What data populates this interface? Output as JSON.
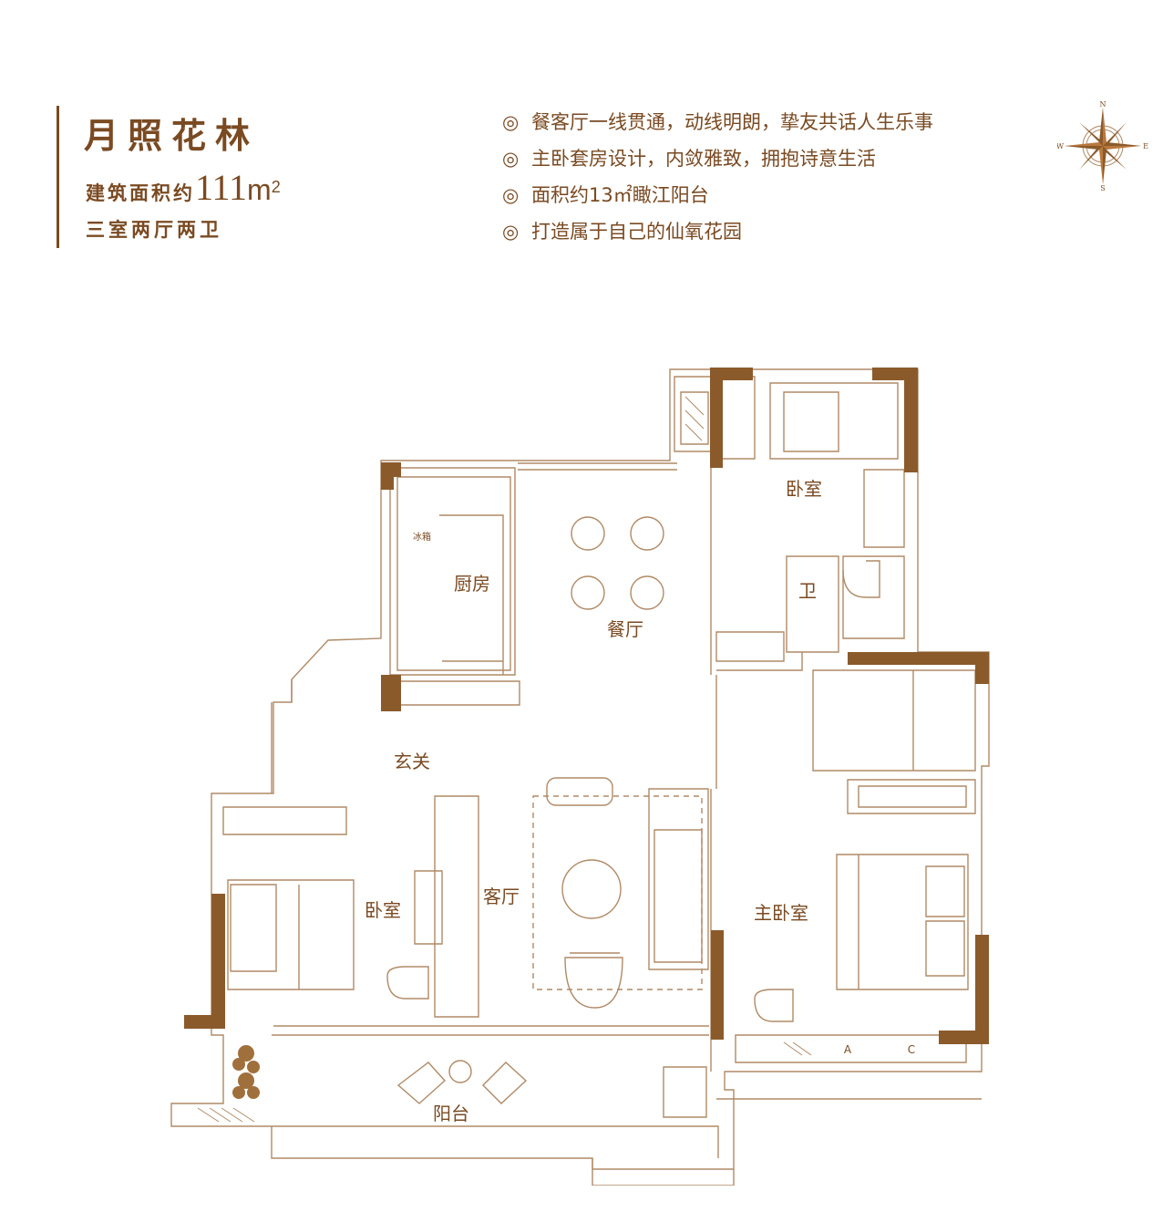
{
  "header": {
    "title": "月照花林",
    "area_prefix": "建筑面积约",
    "area_value": "111",
    "area_unit": "m",
    "area_sup": "2",
    "layout": "三室两厅两卫"
  },
  "features": [
    {
      "bullet": "◎",
      "text": "餐客厅一线贯通，动线明朗，挚友共话人生乐事"
    },
    {
      "bullet": "◎",
      "text": "主卧套房设计，内敛雅致，拥抱诗意生活"
    },
    {
      "bullet": "◎",
      "text": "面积约13㎡瞰江阳台"
    },
    {
      "bullet": "◎",
      "text": "打造属于自己的仙氧花园"
    }
  ],
  "compass": {
    "n": "N",
    "s": "S",
    "e": "E",
    "w": "W"
  },
  "rooms": {
    "bedroom_top": "卧室",
    "bathroom": "卫",
    "kitchen": "厨房",
    "dining": "餐厅",
    "entrance": "玄关",
    "bedroom_left": "卧室",
    "living": "客厅",
    "master_bedroom": "主卧室",
    "balcony": "阳台"
  },
  "fixture_labels": {
    "fridge": "冰箱",
    "closet_a": "A",
    "closet_c": "C"
  },
  "colors": {
    "brand": "#7a4a22",
    "wall": "#8b5a2b",
    "line": "#b08a66",
    "background": "#ffffff"
  }
}
